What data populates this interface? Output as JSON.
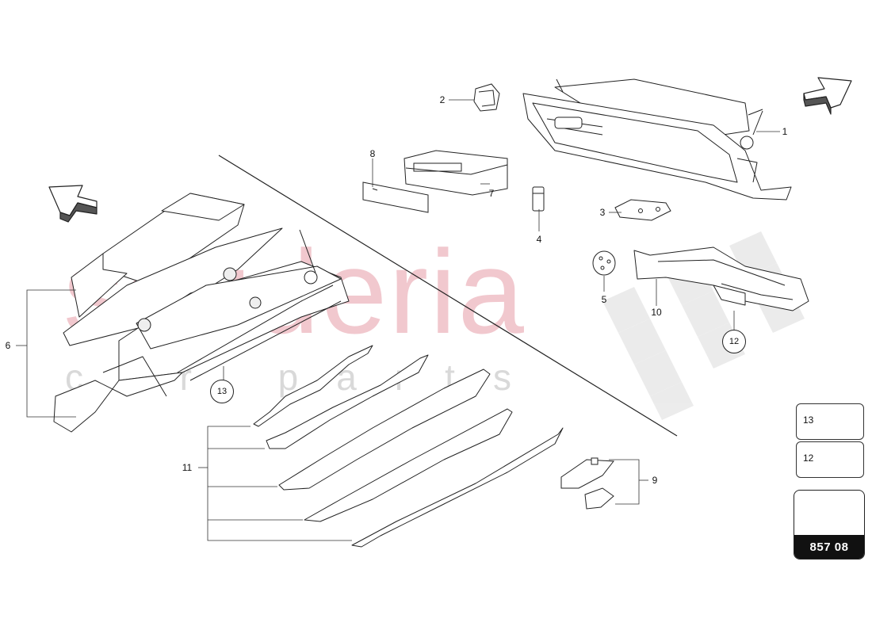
{
  "watermark": {
    "brand": "scuderia",
    "tagline": "car parts"
  },
  "callouts": {
    "p1": "1",
    "p2": "2",
    "p3": "3",
    "p4": "4",
    "p5": "5",
    "p6": "6",
    "p7": "7",
    "p8": "8",
    "p9": "9",
    "p10": "10",
    "p11": "11",
    "p12": "12",
    "p13": "13"
  },
  "fasteners": {
    "item13": "13",
    "item12": "12"
  },
  "reference": {
    "page_code": "857 08"
  },
  "colors": {
    "line": "#222222",
    "watermark": "#e8a3ad",
    "watermark_grey": "#e6e6e6",
    "ref_bar": "#111111"
  }
}
